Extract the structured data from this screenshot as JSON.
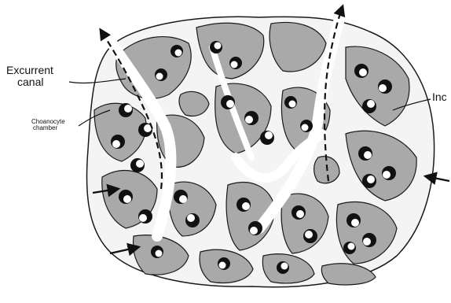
{
  "labels": {
    "excurrent_line1": "Excurrent",
    "excurrent_line2": "canal",
    "choanocyte_line1": "Choanocyte",
    "choanocyte_line2": "chamber",
    "incurrent": "Inc"
  },
  "colors": {
    "tissue": "#a9a9a9",
    "outline": "#1a1a1a",
    "canal": "#ffffff",
    "chamber": "#111111"
  }
}
